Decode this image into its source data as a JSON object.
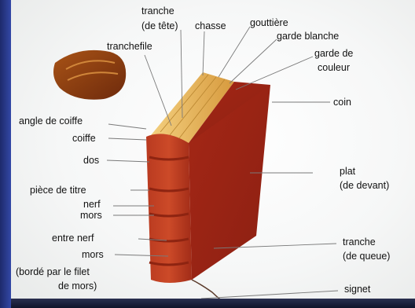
{
  "labels": {
    "tranche_tete_1": "tranche",
    "tranche_tete_2": "(de tête)",
    "chasse": "chasse",
    "gouttiere": "gouttière",
    "garde_blanche": "garde blanche",
    "garde_couleur_1": "garde de",
    "garde_couleur_2": "couleur",
    "tranchefile": "tranchefile",
    "coin": "coin",
    "angle_coiffe": "angle de coiffe",
    "coiffe": "coiffe",
    "dos": "dos",
    "plat_1": "plat",
    "plat_2": "(de devant)",
    "piece_titre": "pièce de titre",
    "nerf": "nerf",
    "mors_1": "mors",
    "entre_nerf": "entre nerf",
    "mors_2": "mors",
    "borde_1": "(bordé par le filet",
    "borde_2": "de mors)",
    "tranche_queue_1": "tranche",
    "tranche_queue_2": "(de queue)",
    "signet": "signet"
  },
  "colors": {
    "cover": "#b8311c",
    "spine": "#c0381e",
    "pages": "#e9b85c",
    "leader": "#7a7a7a"
  }
}
